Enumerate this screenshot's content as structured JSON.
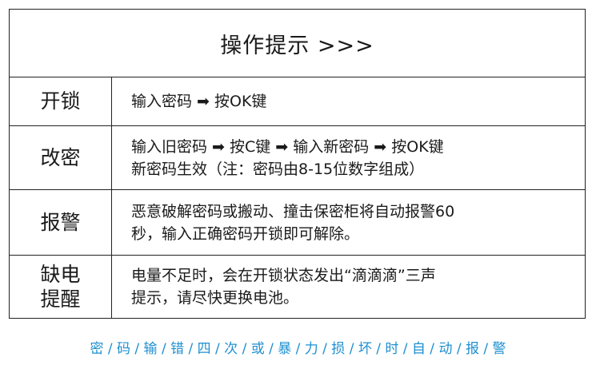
{
  "header": {
    "title": "操作提示 >>>"
  },
  "rows": [
    {
      "label_lines": [
        "开锁"
      ],
      "content_lines": [
        "输入密码 ➡ 按OK键"
      ]
    },
    {
      "label_lines": [
        "改密"
      ],
      "content_lines": [
        "输入旧密码 ➡ 按C键 ➡ 输入新密码 ➡ 按OK键",
        "新密码生效（注：密码由8-15位数字组成）"
      ]
    },
    {
      "label_lines": [
        "报警"
      ],
      "content_lines": [
        "恶意破解密码或搬动、撞击保密柜将自动报警60",
        "秒，输入正确密码开锁即可解除。"
      ]
    },
    {
      "label_lines": [
        "缺电",
        "提醒"
      ],
      "content_lines": [
        "电量不足时，会在开锁状态发出“滴滴滴”三声",
        "提示，请尽快更换电池。"
      ]
    }
  ],
  "footer": {
    "text": "密 / 码 / 输 / 错 / 四 / 次 / 或 / 暴 / 力 / 损 / 坏 / 时 / 自 / 动 / 报 / 警"
  }
}
